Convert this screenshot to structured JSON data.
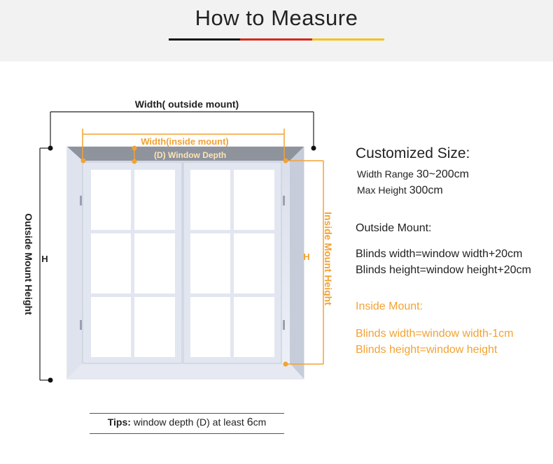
{
  "header": {
    "title": "How to Measure",
    "colors": {
      "band": "#f2f2f2",
      "black": "#111111",
      "red": "#d8261a",
      "gold": "#f5c518"
    }
  },
  "diagram": {
    "labels": {
      "outside_width": "Width( outside mount)",
      "inside_width": "Width(inside mount)",
      "window_depth": "(D) Window Depth",
      "outside_height": "Outside Mount  Height",
      "inside_height": "Inside Mount   Height",
      "h_outside": "H",
      "h_inside": "H"
    },
    "colors": {
      "accent": "#f3a233",
      "line": "#222222",
      "frame": "#e3e7f2",
      "pane": "#ffffff"
    }
  },
  "specs": {
    "customized": {
      "heading": "Customized Size:",
      "line1_label": "Width Range ",
      "line1_value": "30~200cm",
      "line2_label": "Max  Height ",
      "line2_value": "300cm"
    },
    "outside": {
      "heading": "Outside Mount:",
      "line1": "Blinds width=window width+20cm",
      "line2": "Blinds height=window height+20cm"
    },
    "inside": {
      "heading": "Inside Mount:",
      "line1": "Blinds width=window width-1cm",
      "line2": "Blinds height=window height"
    }
  },
  "tips": {
    "label": "Tips:",
    "text_before": " window depth (D) at least ",
    "value": "6",
    "unit": "cm"
  }
}
